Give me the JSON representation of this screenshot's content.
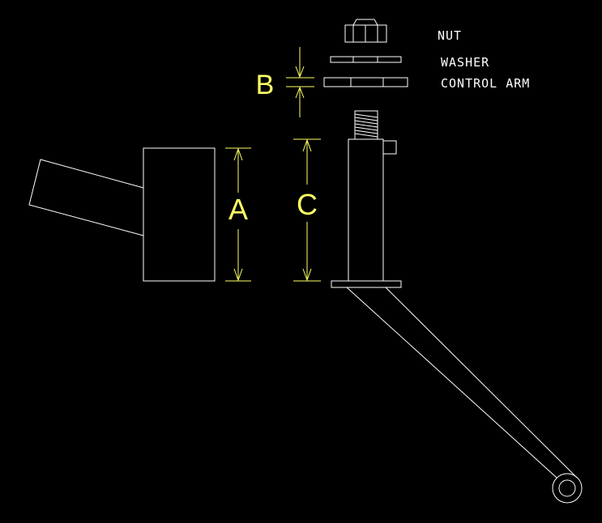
{
  "labels": {
    "nut": "NUT",
    "washer": "WASHER",
    "control_arm": "CONTROL ARM"
  },
  "dimensions": {
    "a": "A",
    "b": "B",
    "c": "C"
  },
  "colors": {
    "background": "#000000",
    "part_lines": "#ffffff",
    "dimension_lines": "#ffff66"
  }
}
